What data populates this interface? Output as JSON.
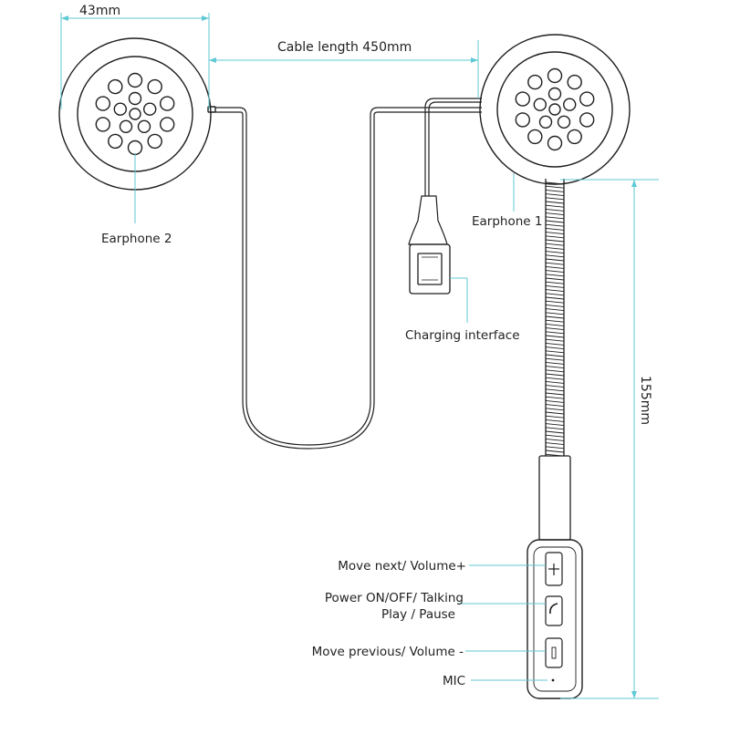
{
  "colors": {
    "line": "#1e1e1e",
    "guide": "#5fc9d6",
    "background": "#ffffff"
  },
  "dimensions": {
    "earphone_width": "43mm",
    "cable_length": "Cable length 450mm",
    "mic_boom_length": "155mm"
  },
  "labels": {
    "earphone_1": "Earphone 1",
    "earphone_2": "Earphone 2",
    "charging_interface": "Charging interface",
    "move_next": "Move next/ Volume+",
    "power_line1": "Power ON/OFF/ Talking",
    "power_line2": "Play / Pause",
    "move_previous": "Move previous/ Volume -",
    "mic": "MIC"
  },
  "icons": {
    "plus_button": "plus-icon",
    "call_button": "phone-icon",
    "minus_button": "minus-icon",
    "mic_hole": "mic-dot-icon"
  }
}
